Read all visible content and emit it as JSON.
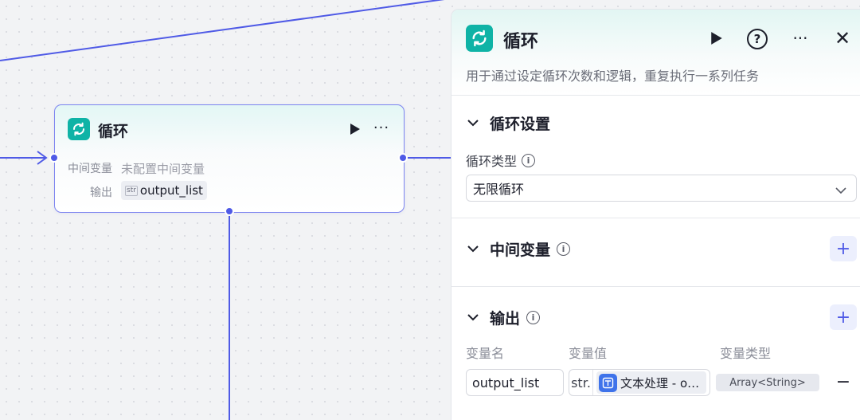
{
  "node": {
    "title": "循环",
    "var_label": "中间变量",
    "var_value": "未配置中间变量",
    "output_label": "输出",
    "output_type": "str",
    "output_name": "output_list"
  },
  "panel": {
    "title": "循环",
    "description": "用于通过设定循环次数和逻辑，重复执行一系列任务",
    "loop_settings": {
      "title": "循环设置",
      "type_label": "循环类型",
      "type_value": "无限循环"
    },
    "variables": {
      "title": "中间变量"
    },
    "outputs": {
      "title": "输出",
      "col_name": "变量名",
      "col_value": "变量值",
      "col_type": "变量类型",
      "rows": [
        {
          "name": "output_list",
          "value_prefix": "str.",
          "value_ref": "文本处理 - o…",
          "type": "Array<String>"
        }
      ]
    }
  },
  "colors": {
    "accent": "#4f5ae6",
    "node_icon": "#0fb3a6",
    "ref_icon": "#3f73ea",
    "canvas": "#f2f3f5"
  },
  "icons": {
    "loop": "loop-icon",
    "run": "play-icon",
    "help": "help-icon",
    "more": "more-icon",
    "close": "close-icon",
    "collapse": "chevron-down-icon",
    "info": "info-icon",
    "add": "plus-icon",
    "remove": "minus-icon",
    "text_process": "text-process-icon"
  }
}
